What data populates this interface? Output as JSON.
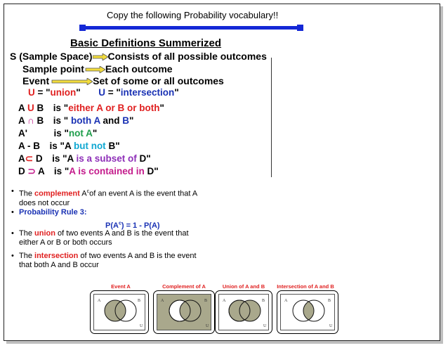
{
  "banner": {
    "title": "Copy the following Probability vocabulary!!"
  },
  "heading": "Basic Definitions Summerized",
  "definitions": [
    {
      "term": "S (Sample Space)",
      "meaning": "Consists of all possible outcomes"
    },
    {
      "term": "Sample point",
      "meaning": "Each outcome"
    },
    {
      "term": "Event",
      "meaning": "Set of some or all outcomes"
    }
  ],
  "symbols_line": {
    "union_sym": "U",
    "union_eq": " = \"",
    "union_word": "union",
    "union_end": "\"",
    "inter_sym": "U",
    "inter_eq": " = \"",
    "inter_word": "intersection",
    "inter_end": "\""
  },
  "notation": {
    "r1": {
      "a": "A ",
      "op": "U",
      "b": " B",
      "is": "is \"",
      "w1": "either A or B",
      "w2": " or both",
      "end": "\""
    },
    "r2": {
      "a": "A ",
      "op": "∩",
      "b": " B",
      "is": "is \" ",
      "w1": "both A",
      "w2": " and ",
      "w3": "B",
      "end": "\""
    },
    "r3": {
      "a": "A'",
      "is": "is \"",
      "w1": "not A",
      "end": "\""
    },
    "r4": {
      "a": "A - B",
      "is": "is \"A ",
      "w1": "but not",
      "w2": " B\""
    },
    "r5": {
      "a": "A",
      "op": "⊂",
      "b": " D",
      "is": "is \"A ",
      "w1": "is a subset of",
      "w2": " D\""
    },
    "r6": {
      "a": "D ",
      "op": "⊃",
      "b": " A",
      "is": "is \"",
      "w1": "A is contained in",
      "w2": " D\""
    }
  },
  "bullets": {
    "b1": {
      "pre": "The ",
      "key": "complement",
      "mid": " A",
      "sup": "c",
      "rest1": "of an event A is the event that A",
      "rest2": "does not occur"
    },
    "b2": {
      "title": "Probability Rule 3:",
      "formula_pre": "P(A",
      "formula_sup": "c",
      "formula_post": ") = 1 - P(A)"
    },
    "b3": {
      "pre": "The ",
      "key": "union",
      "rest1": " of two events A and B is the event that",
      "rest2": "either A or B or both occurs"
    },
    "b4": {
      "pre": "The ",
      "key": "intersection",
      "rest1": " of two events A and B is the event",
      "rest2": "that both A and B occur"
    }
  },
  "venn": [
    {
      "label": "Event A",
      "a": "A",
      "b": "B",
      "u": "U",
      "shade": "A"
    },
    {
      "label": "Complement of A",
      "a": "A",
      "b": "B",
      "u": "U",
      "shade": "complement"
    },
    {
      "label": "Union of A and B",
      "a": "A",
      "b": "B",
      "u": "U",
      "shade": "union"
    },
    {
      "label": "Intersection of A and B",
      "a": "A",
      "b": "B",
      "u": "U",
      "shade": "intersection"
    }
  ],
  "colors": {
    "shade": "#a9a88c",
    "accent_blue": "#1428d6",
    "arrow_fill": "#f2dc3c"
  }
}
